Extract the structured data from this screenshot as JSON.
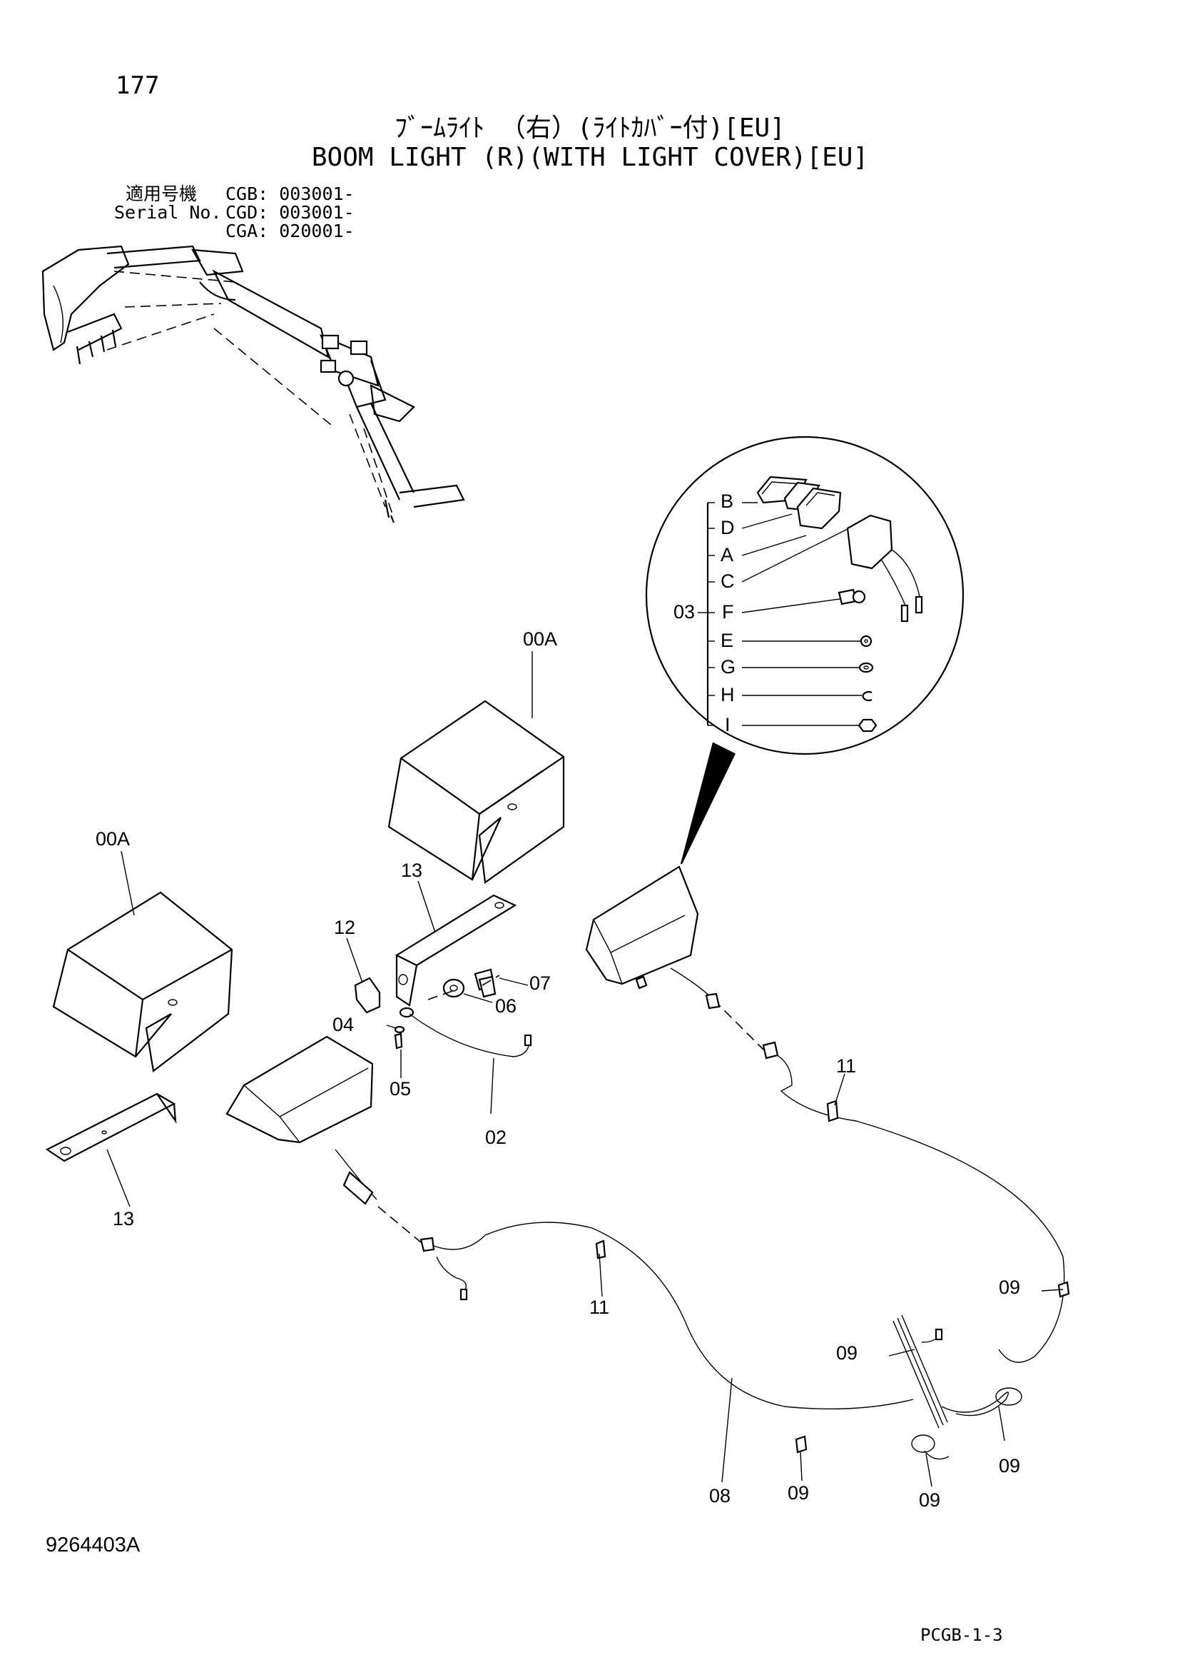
{
  "page_number": "177",
  "title_jp": "ﾌﾞｰﾑﾗｲﾄ （右）(ﾗｲﾄｶﾊﾞｰ付)[EU]",
  "title_en": "BOOM LIGHT (R)(WITH LIGHT COVER)[EU]",
  "applicable": {
    "label_jp": "適用号機",
    "label_en": "Serial No.",
    "serials": [
      "CGB: 003001-",
      "CGD: 003001-",
      "CGA: 020001-"
    ]
  },
  "detail_group_label": "03",
  "detail_items": [
    "B",
    "D",
    "A",
    "C",
    "F",
    "E",
    "G",
    "H",
    "I"
  ],
  "callouts": {
    "cover_upper": "00A",
    "cover_left": "00A",
    "bracket_upper": "13",
    "bracket_lower": "13",
    "part_12": "12",
    "part_07": "07",
    "part_06": "06",
    "part_04": "04",
    "part_05": "05",
    "part_02": "02",
    "clip_11_right": "11",
    "clip_11_left": "11",
    "tie_09_a": "09",
    "tie_09_b": "09",
    "tie_09_c": "09",
    "tie_09_d": "09",
    "tie_09_e": "09",
    "harness_08": "08"
  },
  "drawing_number": "9264403A",
  "page_code": "PCGB-1-3"
}
